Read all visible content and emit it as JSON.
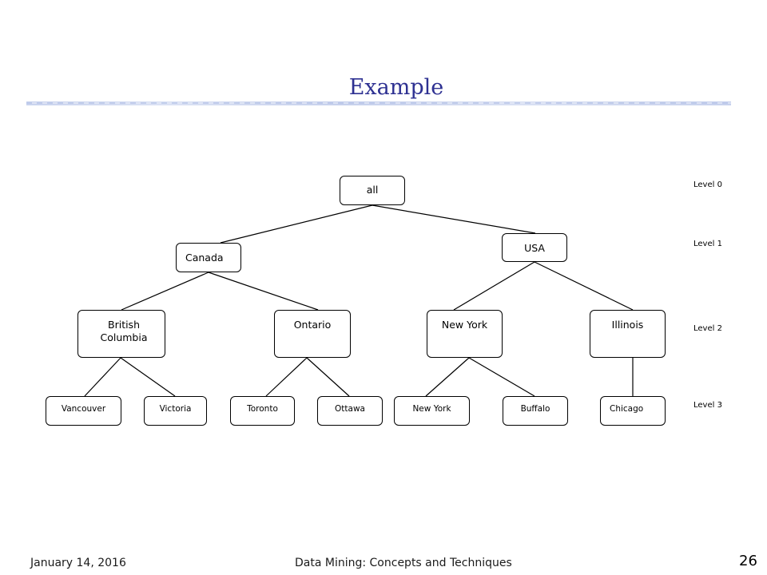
{
  "slide": {
    "title": "Example",
    "footer_date": "January 14, 2016",
    "footer_title": "Data Mining: Concepts and Techniques",
    "page_number": "26"
  },
  "levels": [
    "Level 0",
    "Level 1",
    "Level 2",
    "Level 3"
  ],
  "tree": {
    "root": "all",
    "level1": [
      "Canada",
      "USA"
    ],
    "level2": [
      "British Columbia",
      "Ontario",
      "New York",
      "Illinois"
    ],
    "level3": [
      "Vancouver",
      "Victoria",
      "Toronto",
      "Ottawa",
      "New York",
      "Buffalo",
      "Chicago"
    ]
  },
  "colors": {
    "title": "#2e3192",
    "lines": "#000000"
  }
}
